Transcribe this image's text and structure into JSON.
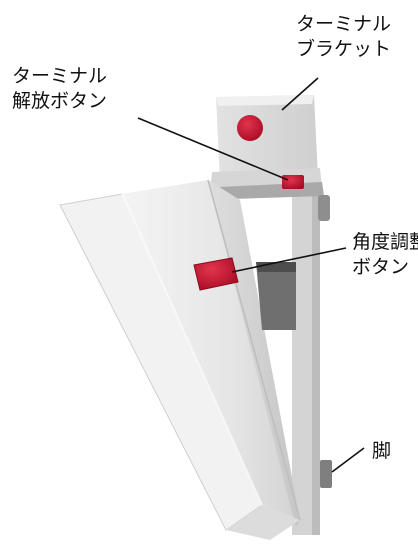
{
  "labels": {
    "terminal_bracket": [
      "ターミナル",
      "ブラケット"
    ],
    "terminal_release_button": [
      "ターミナル",
      "解放ボタン"
    ],
    "angle_adjust_button": [
      "角度調整",
      "ボタン"
    ],
    "foot": "脚"
  },
  "colors": {
    "housing_light": "#ececec",
    "housing_mid": "#d9d9d9",
    "housing_shadow": "#b9b9b9",
    "button_red": "#c8102e",
    "leader_line": "#111111"
  }
}
